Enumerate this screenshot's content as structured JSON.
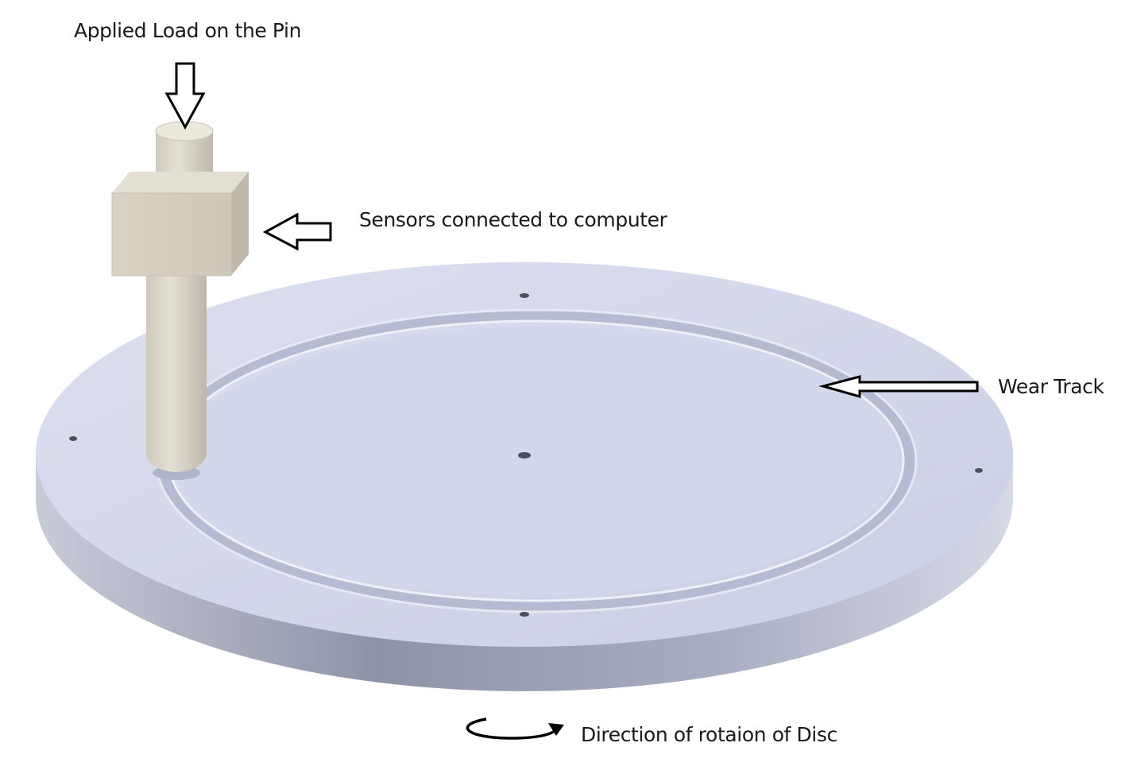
{
  "labels": {
    "applied_load": "Applied Load on the Pin",
    "sensors": "Sensors connected to computer",
    "wear_track": "Wear Track",
    "rotation": "Direction of rotaion of Disc"
  },
  "colors": {
    "disc_top": "#d2d6ea",
    "disc_side": "#9ea3b8",
    "track": "#c3c7dc",
    "pin": "#d9d5c8",
    "arrow_stroke": "#000000"
  }
}
